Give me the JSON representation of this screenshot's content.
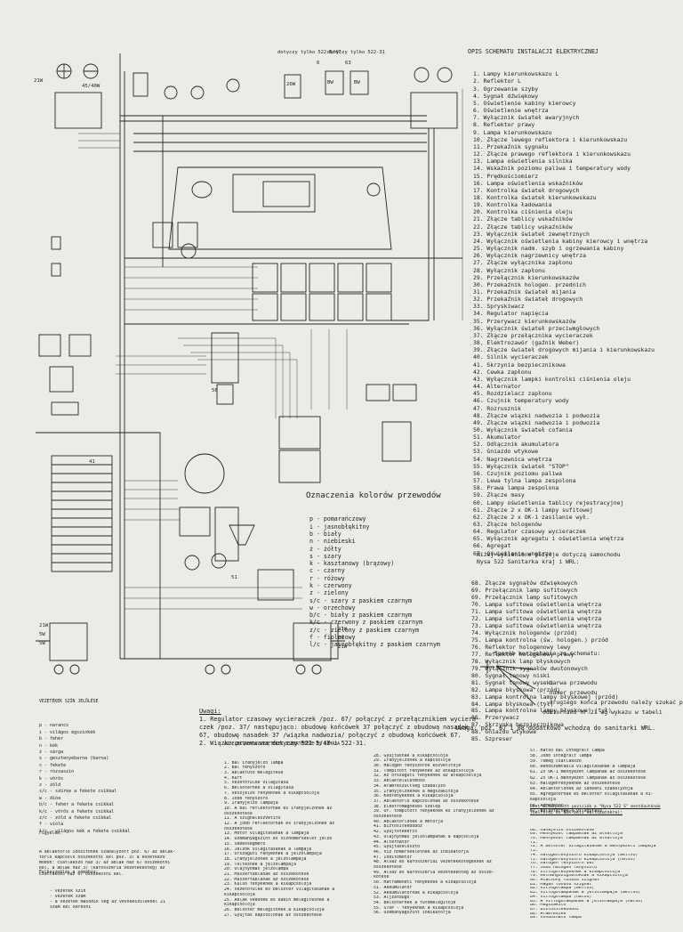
{
  "pl_title": "OPIS SCHEMATU INSTALACJI ELEKTRYCZNEJ",
  "pl_items": [
    "1. Lampy kierunkowskazu L",
    "2. Reflektor L",
    "3. Ogrzewanie szyby",
    "4. Sygnał dźwiękowy",
    "5. Oświetlenie kabiny kierowcy",
    "6. Oświetlenie wnętrza",
    "7. Wyłącznik świateł awaryjnych",
    "8. Reflektor prawy",
    "9. Lampa kierunkowskazu",
    "10. Złącze lewego reflektora i kierunkowskazu",
    "11. Przekaźnik sygnału",
    "12. Złącze prawego reflektora i kierunkowskazu",
    "13. Lampa oświetlenia silnika",
    "14. Wskaźnik poziomu paliwa i temperatury wody",
    "15. Prędkościomierz",
    "16. Lampa oświetlenia wskaźników",
    "17. Kontrolka świateł drogowych",
    "18. Kontrolka świateł kierunkowskazu",
    "19. Kontrolka ładowania",
    "20. Kontrolka ciśnienia oleju",
    "21. Złącze tablicy wskaźników",
    "22. Złącze tablicy wskaźników",
    "23. Wyłącznik świateł zewnętrznych",
    "24. Wyłącznik oświetlenia kabiny kierowcy i wnętrza",
    "25. Wyłącznik nadm. szyb i ogrzewania kabiny",
    "26. Wyłącznik nagrzewnicy wnętrza",
    "27. Złącze wyłącznika zapłonu",
    "28. Wyłącznik zapłonu",
    "29. Przełącznik kierunkowskazów",
    "30. Przekaźnik hologen. przednich",
    "31. Przekaźnik świateł mijania",
    "32. Przekaźnik świateł drogowych",
    "33. Spryskiwacz",
    "34. Regulator napięcia",
    "35. Przerywacz kierunkowskazów",
    "36. Wyłącznik świateł przeciwmgłowych",
    "37. Złącze przełącznika wycieraczek",
    "38. Elektrozawór (gaźnik Weber)",
    "39. Złącze świateł drogowych mijania i kierunkowskazu",
    "40. Silnik wycieraczek",
    "41. Skrzynia bezpiecznikowa",
    "42. Cewka zapłonu",
    "43. Wyłącznik lampki kontrolki ciśnienia oleju",
    "44. Alternator",
    "45. Rozdzielacz zapłonu",
    "46. Czujnik temperatury wody",
    "47. Rozrusznik",
    "48. Złącze wiązki nadwozia i podwozia",
    "49. Złącze wiązki nadwozia i podwozia",
    "50. Wyłącznik świateł cofania",
    "51. Akumulator",
    "52. Odłącznik akumulatora",
    "53. Gniazdo wtykowe",
    "54. Nagrzewnica wnętrza",
    "55. Wyłącznik świateł \"STOP\"",
    "56. Czujnik poziomu paliwa",
    "57. Lewa tylna lampa zespolona",
    "58. Prawa lampa zespolona",
    "59. Złącze masy",
    "60. Lampy oświetlenia tablicy rejestracyjnej",
    "61. Złącze 2 x OK-1 lampy sufitowej",
    "62. Złącze 2 x OK-1 zasilanie wył.",
    "63. Złącze hologenów",
    "64. Regulator czasowy wycieraczek",
    "65. Wyłącznik agregatu i oświetlenia wnętrza",
    "66. Agregat",
    "67. Oświetlenie wnętrza"
  ],
  "pl_subtitle_1": "Niżej wymienione pozycje dotyczą samochodu",
  "pl_subtitle_2": "Nysa 522 Sanitarka kraj i WRL:",
  "pl_items_2": [
    "68. Złącze sygnałów dźwiękowych",
    "69. Przełącznik lamp sufitowych",
    "69. Przełącznik lamp sufitowych",
    "70. Lampa sufitowa oświetlenia wnętrza",
    "71. Lampa sufitowa oświetlenia wnętrza",
    "72. Lampa sufitowa oświetlenia wnętrza",
    "73. Lampa sufitowa oświetlenia wnętrza",
    "74. Wyłącznik hologenów (przód)",
    "75. Lampa kontrolna (św. hologen.) przód",
    "76. Reflektor hologenowy lewy",
    "77. Reflektor hologenowy prawy",
    "78. Wyłącznik lamp błyskowych",
    "79. Wyłącznik sygnałów dwutonowych",
    "80. Sygnał tonowy niski",
    "81. Sygnał tonowy wysoki",
    "82. Lampa błyskowa (przód)",
    "83. Lampa kontrolna lampy błyskowej (przód)",
    "84. Lampa błyskowa (tył)",
    "85. Lampa kontrolna lampy błyskowej (tył)",
    "86. Przerywacz",
    "87. Skrzynka bezpiecznikowa",
    "88. Gniazdo wtykowe",
    "85. Szpreser"
  ],
  "pl_remark": "Uwaga: poz. 87 i 88 dodatkowo wchodzą do sanitarki WRL.",
  "usage_title": "Sposób korzystania ze schematu:",
  "usage_items": [
    "- barwa przewodu",
    "- numer przewodu",
    "- drugiego końca przewodu należy szukać przy",
    "  odbiorniku nr 21 wg wykazu w tabeli"
  ],
  "colors_title": "Oznaczenia kolorów przewodów",
  "colors": [
    "p   - pomarańczowy",
    "i   - jasnobłękitny",
    "b   - biały",
    "n   - niebieski",
    "ż   - żółty",
    "s   - szary",
    "k   - kasztanowy (brązowy)",
    "c   - czarny",
    "r   - różowy",
    "k   - czerwony",
    "z   - zielony",
    "s/c - szary z paskiem czarnym",
    "w   - orzechowy",
    "b/c - biały z paskiem czarnym",
    "k/c - czerwony z paskiem czarnym",
    "z/c - zielony z paskiem czarnym",
    "f   - fioletowy",
    "l/c - jasnobłękitny z paskiem czarnym"
  ],
  "note_title": "Uwagi:",
  "notes": [
    "1. Regulator czasowy wycieraczek /poz. 67/ połączyć z przełącznikiem wyciera-",
    "   czek /poz. 37/ następująco: obudowę końcówek 37 połączyć z obudową nasadek",
    "   67, obudowę nasadek 37 /wiązka nadwozia/ połączyć z obudową końcówek 67.",
    "2. Wiązka przerwana dotyczy 522-5/47 i 522-31."
  ],
  "top_labels": [
    "dotyczy tylko 522-5/47",
    "dotyczy tylko 522-31"
  ],
  "hu_colors_title": "VEZETÉKEK SZÍN JELÖLÉSE",
  "hu_colors": [
    "p   - narancs",
    "i   - világos égszínkék",
    "b   - fehér",
    "n   - kék",
    "ż   - sárga",
    "s   - gesztenyebarna (barna)",
    "c   - fekete",
    "r   - rózsaszín",
    "k   - vörös",
    "z   - zöld",
    "s/c - szürke a fekete csíkkal",
    "w   - dióa",
    "b/c - fehér a fekete csíkkal",
    "k/c - vörös a fekete csíkkal",
    "z/c - zöld a fekete csíkkal",
    "f   - viola",
    "l/c - világos kék a fekete csíkkal"
  ],
  "hu_notes_title": "Figyelem:",
  "hu_notes": [
    "A ablaktörlő időzítőnek szabályzott poz. 67 az ablak-",
    "törlő kapcsoló összekötni kel poz. 37 a következő",
    "módon: csatlakozó ház 37 az ablak ház 67 összekötni",
    "kel, a ablak ház 37 (karosszéria vezetékköteg) az",
    "csatlakozó ház 67 összekötni kel."
  ],
  "hu_usage_title": "Felhasználás a sémához:",
  "hu_usage": [
    "- vezeték szín",
    "- vezeték szám",
    "- a vezeték második vég az vevőkészüléknél 21",
    "  szám kel keresni"
  ],
  "hu_list_title": "AZ ELEKTROMOS VEZETÉKEK ISMERTETÉSE ÉS SÉMÁJA",
  "hu_items_col1": [
    "1. Bal irányjelző lámpa",
    "2. Bal fényszóró",
    "3. Ablakfűtő melegítése",
    "4. Kürt",
    "5. Vezetőfülke világítása",
    "6. Belsőtérnek a világítása",
    "7. Vészjelző fényeknek a kikapcsolója",
    "8. Jobb fényszóró",
    "9. Irányjelző lámpája",
    "10. A bal reflektornak és irányjelzőnek az",
    "    összekötése",
    "11. A szignálközvetítő",
    "12. A jobb reflektornak és irányjelzőnek az",
    "    összekötése",
    "13. Motor világításának a lámpája",
    "14. Üzemanyagszint és vízhőmérséklet jelző",
    "15. Sebességmérő",
    "16. Jelzők világításának a lámpája",
    "17. Országúti fényeknek a jelzőlámpája",
    "18. Irányjelzőnek a jelzőlámpája",
    "19. Töltésnek a jelzőlámpája",
    "20. Olajnyomás jelzőlámpa",
    "21. Műszertáblának az összekötése",
    "22. Műszertáblának az összekötése",
    "23. Külső fényeknek a kikapcsolója",
    "24. Vezetőfülke és belsőtér világításának a",
    "    kikapcsolója",
    "25. Ablak védőnek és kabin melegítésnek a",
    "    kikapcsolója",
    "26. Belsőtér melegítőnek a kikapcsolója",
    "27. Gyújtás kapcsolónak az összekötése"
  ],
  "hu_items_col2": [
    "28. Gyújtásnak a kikapcsolója",
    "29. Irányjelzőnek a kapcsolója",
    "30. Halogén fényszórók közvetítője",
    "31. Tompított fényeknek az átkapcsolója",
    "32. Az országúti fényeknek az átkapcsolója",
    "33. Ablakfelületmosó",
    "34. Áramfeszültség szabályzó",
    "35. Irányjelzőknek a megszakítója",
    "36. Ködfényeknek a kikapcsolója",
    "37. Ablaktörlő kapcsolónak az összekötése",
    "38. Elektromágneses szelep",
    "39. Or. tompított fényeknek és irányjelzőnek az",
    "    összekötése",
    "40. Ablaktörlőnek a motorja",
    "41. Biztosítékdoboz",
    "42. Gyújtótekercs",
    "43. Olajnyomás jelzőlámpának a kapcsolója",
    "44. Alternátor",
    "45. Gyújtáselosztó",
    "46. Víz hőmérsékletnek az indikátorja",
    "47. Indítómotor",
    "48. Alváz és karosszériái vezetékkötegeknek az",
    "    összekötése",
    "49. Alváz és karosszéria vezetékköteg az össze-",
    "    kötése",
    "50. Hátrameneti fényeknek a kikapcsolója",
    "51. Akkumulátor",
    "52. Akkumulátornak a kikapcsolója",
    "53. Aljzatdugó",
    "54. Belsőtérnek a fűtőmelegítője",
    "55. STOP - fényeknek a kikapcsolója",
    "56. Üzemanyagszint indikátorja"
  ],
  "hu_items_col3": [
    "57. Hátsó bal integrált lámpa",
    "58. Jobb integrált lámpa",
    "59. Tömeg csatlakozó",
    "60. Rendszámtábla világításának a lámpája",
    "61. 2x OK-1 mennyezet lámpának az összekötése",
    "62. 2x OK-1 mennyezet lámpának az összekötése",
    "63. Halogénfényeknek az összekötése",
    "64. Ablaktörlőnek az időbeni szabályzója",
    "65. Agregátornak és belsőtér világításának a ki-",
    "    kapcsolója",
    "66. Agregátor",
    "67. Belsőtérnek a világítása"
  ],
  "hu_nysa_title": "Lent elhelyezett pozíciók a \"Nysa 522 S\" mentőautónak",
  "hu_nysa_subtitle": "(belföldi és NDK-beli változatokra):",
  "hu_items_col4": [
    "68. Hanajelző összekötése",
    "69. Mennyezet lámpáknak az átváltója",
    "70. Mennyezet lámpáknak az átváltója",
    "71. ",
    "72. A belsőtér világításának a mennyezeti lámpája",
    "73. ",
    "74. Halogénfényszóró kikapcsolója (mellső)",
    "75. Halogénfényszóró kikapcsolója (hátsó)",
    "76. Halogén fényszóró bal",
    "77. Jobb halogén fényszóró",
    "78. Villogófényeknek a kikapcsolója",
    "79. Kéthangszignáloknak a kikapcsolója",
    "80. Alacsony tónusú szignál",
    "81. Magas tónusú szignál",
    "82. Villogólámpa (mellső)",
    "83. Villogólámpának a jelzőlámpája (mellső)",
    "84. Villogólámpa (hátsó)",
    "85. A villogólámpának a jelzőlámpája (hátsó)",
    "86. Megszakító",
    "87. Biztosítékdoboz",
    "88. Aramfeszek",
    "89. Vondozható lámpa"
  ]
}
